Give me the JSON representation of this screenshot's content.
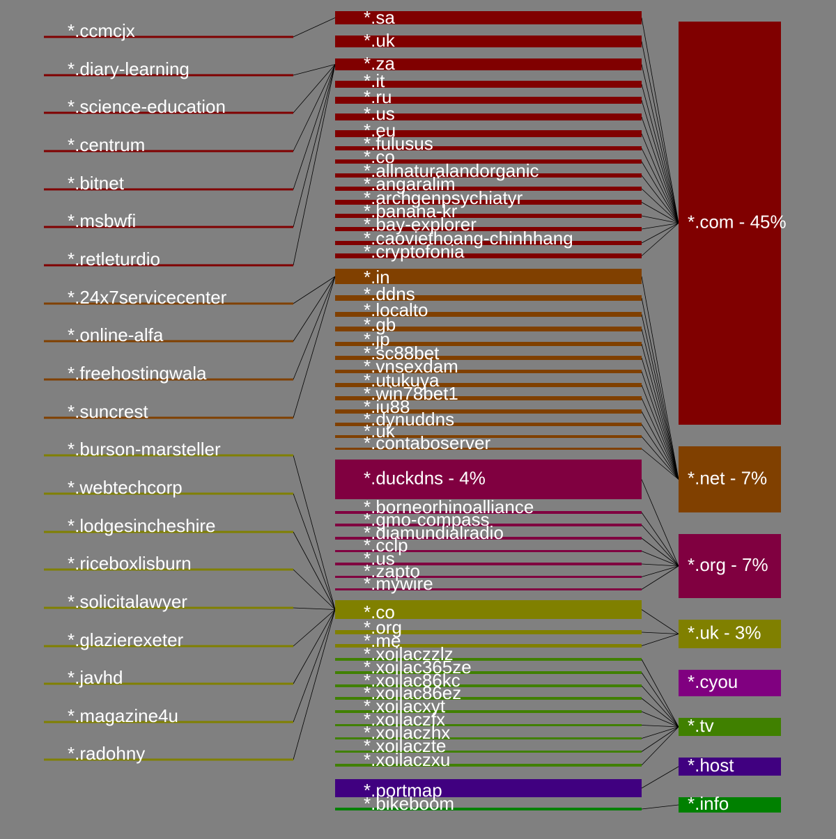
{
  "colors": {
    "background": "#808080",
    "com": "#800000",
    "net": "#804000",
    "org": "#800040",
    "uk": "#808000",
    "cyou": "#800080",
    "tv": "#408000",
    "host": "#400080",
    "info": "#008000",
    "connector": "#000000",
    "text": "#ffffff"
  },
  "level3": [
    {
      "id": "com",
      "label": "*.com - 45%",
      "color": "com"
    },
    {
      "id": "net",
      "label": "*.net - 7%",
      "color": "net"
    },
    {
      "id": "org",
      "label": "*.org - 7%",
      "color": "org"
    },
    {
      "id": "uk",
      "label": "*.uk - 3%",
      "color": "uk"
    },
    {
      "id": "cyou",
      "label": "*.cyou",
      "color": "cyou"
    },
    {
      "id": "tv",
      "label": "*.tv",
      "color": "tv"
    },
    {
      "id": "host",
      "label": "*.host",
      "color": "host"
    },
    {
      "id": "info",
      "label": "*.info",
      "color": "info"
    }
  ],
  "level2": [
    {
      "label": "*.sa",
      "parent": "com",
      "color": "com"
    },
    {
      "label": "*.uk",
      "parent": "com",
      "color": "com"
    },
    {
      "label": "*.za",
      "parent": "com",
      "color": "com"
    },
    {
      "label": "*.it",
      "parent": "com",
      "color": "com"
    },
    {
      "label": "*.ru",
      "parent": "com",
      "color": "com"
    },
    {
      "label": "*.us",
      "parent": "com",
      "color": "com"
    },
    {
      "label": "*.eu",
      "parent": "com",
      "color": "com"
    },
    {
      "label": "*.fulusus",
      "parent": "com",
      "color": "com"
    },
    {
      "label": "*.co",
      "parent": "com",
      "color": "com"
    },
    {
      "label": "*.allnaturalandorganic",
      "parent": "com",
      "color": "com"
    },
    {
      "label": "*.angaralim",
      "parent": "com",
      "color": "com"
    },
    {
      "label": "*.archgenpsychiatyr",
      "parent": "com",
      "color": "com"
    },
    {
      "label": "*.banana-kr",
      "parent": "com",
      "color": "com"
    },
    {
      "label": "*.bay-explorer",
      "parent": "com",
      "color": "com"
    },
    {
      "label": "*.caoviethoang-chinhhang",
      "parent": "com",
      "color": "com"
    },
    {
      "label": "*.cryptofonia",
      "parent": "com",
      "color": "com"
    },
    {
      "label": "*.in",
      "parent": "net",
      "color": "net"
    },
    {
      "label": "*.ddns",
      "parent": "net",
      "color": "net"
    },
    {
      "label": "*.localto",
      "parent": "net",
      "color": "net"
    },
    {
      "label": "*.gb",
      "parent": "net",
      "color": "net"
    },
    {
      "label": "*.jp",
      "parent": "net",
      "color": "net"
    },
    {
      "label": "*.sc88bet",
      "parent": "net",
      "color": "net"
    },
    {
      "label": "*.vnsexdam",
      "parent": "net",
      "color": "net"
    },
    {
      "label": "*.utukuya",
      "parent": "net",
      "color": "net"
    },
    {
      "label": "*.win78bet1",
      "parent": "net",
      "color": "net"
    },
    {
      "label": "*.iu88",
      "parent": "net",
      "color": "net"
    },
    {
      "label": "*.dynuddns",
      "parent": "net",
      "color": "net"
    },
    {
      "label": "*.uk",
      "parent": "net",
      "color": "net"
    },
    {
      "label": "*.contaboserver",
      "parent": "net",
      "color": "net"
    },
    {
      "label": "*.duckdns - 4%",
      "parent": "org",
      "color": "org"
    },
    {
      "label": "*.borneorhinoalliance",
      "parent": "org",
      "color": "org"
    },
    {
      "label": "*.gmo-compass",
      "parent": "org",
      "color": "org"
    },
    {
      "label": "*.diamundialradio",
      "parent": "org",
      "color": "org"
    },
    {
      "label": "*.cclp",
      "parent": "org",
      "color": "org"
    },
    {
      "label": "*.us",
      "parent": "org",
      "color": "org"
    },
    {
      "label": "*.zapto",
      "parent": "org",
      "color": "org"
    },
    {
      "label": "*.mywire",
      "parent": "org",
      "color": "org"
    },
    {
      "label": "*.co",
      "parent": "uk",
      "color": "uk"
    },
    {
      "label": "*.org",
      "parent": "uk",
      "color": "uk"
    },
    {
      "label": "*.me",
      "parent": "uk",
      "color": "uk"
    },
    {
      "label": "*.xoilaczzlz",
      "parent": "tv",
      "color": "tv"
    },
    {
      "label": "*.xoilac365ze",
      "parent": "tv",
      "color": "tv"
    },
    {
      "label": "*.xoilac86kc",
      "parent": "tv",
      "color": "tv"
    },
    {
      "label": "*.xoilac86ez",
      "parent": "tv",
      "color": "tv"
    },
    {
      "label": "*.xoilacxyt",
      "parent": "tv",
      "color": "tv"
    },
    {
      "label": "*.xoilaczfx",
      "parent": "tv",
      "color": "tv"
    },
    {
      "label": "*.xoilaczhx",
      "parent": "tv",
      "color": "tv"
    },
    {
      "label": "*.xoilaczte",
      "parent": "tv",
      "color": "tv"
    },
    {
      "label": "*.xoilaczxu",
      "parent": "tv",
      "color": "tv"
    },
    {
      "label": "*.portmap",
      "parent": "host",
      "color": "host"
    },
    {
      "label": "*.bikeboom",
      "parent": "info",
      "color": "info"
    }
  ],
  "level1": [
    {
      "label": "*.ccmcjx",
      "parent": 0,
      "color": "com"
    },
    {
      "label": "*.diary-learning",
      "parent": 2,
      "color": "com"
    },
    {
      "label": "*.science-education",
      "parent": 2,
      "color": "com"
    },
    {
      "label": "*.centrum",
      "parent": 2,
      "color": "com"
    },
    {
      "label": "*.bitnet",
      "parent": 2,
      "color": "com"
    },
    {
      "label": "*.msbwfi",
      "parent": 2,
      "color": "com"
    },
    {
      "label": "*.retleturdio",
      "parent": 2,
      "color": "com"
    },
    {
      "label": "*.24x7servicecenter",
      "parent": 16,
      "color": "net"
    },
    {
      "label": "*.online-alfa",
      "parent": 16,
      "color": "net"
    },
    {
      "label": "*.freehostingwala",
      "parent": 16,
      "color": "net"
    },
    {
      "label": "*.suncrest",
      "parent": 16,
      "color": "net"
    },
    {
      "label": "*.burson-marsteller",
      "parent": 37,
      "color": "uk"
    },
    {
      "label": "*.webtechcorp",
      "parent": 37,
      "color": "uk"
    },
    {
      "label": "*.lodgesincheshire",
      "parent": 37,
      "color": "uk"
    },
    {
      "label": "*.riceboxlisburn",
      "parent": 37,
      "color": "uk"
    },
    {
      "label": "*.solicitalawyer",
      "parent": 37,
      "color": "uk"
    },
    {
      "label": "*.glazierexeter",
      "parent": 37,
      "color": "uk"
    },
    {
      "label": "*.javhd",
      "parent": 37,
      "color": "uk"
    },
    {
      "label": "*.magazine4u",
      "parent": 37,
      "color": "uk"
    },
    {
      "label": "*.radohny",
      "parent": 37,
      "color": "uk"
    }
  ]
}
